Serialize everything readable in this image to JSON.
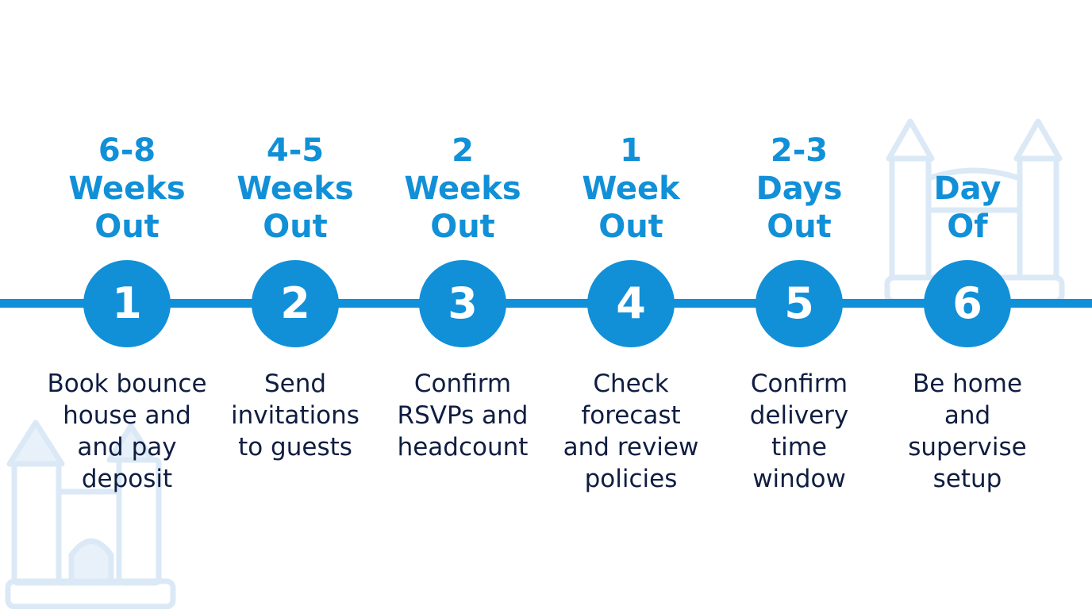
{
  "colors": {
    "accent": "#1190d8",
    "text": "#0f1d40",
    "decor": "#dbe9f6",
    "background": "#ffffff"
  },
  "decorations": {
    "right_icon": "bounce-castle-icon",
    "left_icon": "bounce-castle-icon"
  },
  "steps": [
    {
      "number": "1",
      "title": [
        "6-8",
        "Weeks",
        "Out"
      ],
      "description": [
        "Book bounce",
        "house and",
        "and pay",
        "deposit"
      ]
    },
    {
      "number": "2",
      "title": [
        "4-5",
        "Weeks",
        "Out"
      ],
      "description": [
        "Send",
        "invitations",
        "to guests"
      ]
    },
    {
      "number": "3",
      "title": [
        "2",
        "Weeks",
        "Out"
      ],
      "description": [
        "Confirm",
        "RSVPs and",
        "headcount"
      ]
    },
    {
      "number": "4",
      "title": [
        "1",
        "Week",
        "Out"
      ],
      "description": [
        "Check",
        "forecast",
        "and review",
        "policies"
      ]
    },
    {
      "number": "5",
      "title": [
        "2-3",
        "Days",
        "Out"
      ],
      "description": [
        "Confirm",
        "delivery",
        "time",
        "window"
      ]
    },
    {
      "number": "6",
      "title": [
        "Day",
        "Of"
      ],
      "description": [
        "Be home",
        "and",
        "supervise",
        "setup"
      ]
    }
  ]
}
